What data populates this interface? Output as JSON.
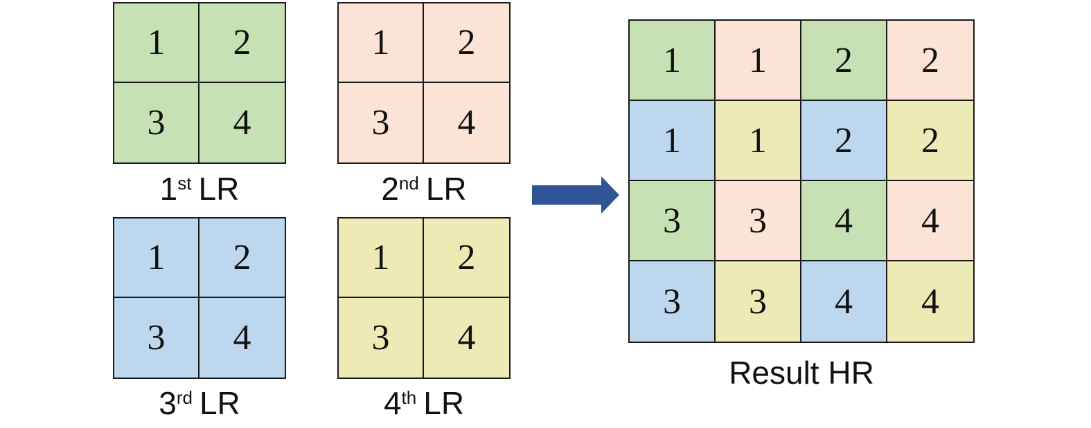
{
  "colors": {
    "green": "#c6e2b5",
    "peach": "#fbe3d6",
    "blue": "#bdd8ee",
    "yellow": "#eeeab5",
    "arrow": "#2f5597",
    "line": "#1a1a1a"
  },
  "lr_images": [
    {
      "color_key": "green",
      "cells": [
        "1",
        "2",
        "3",
        "4"
      ],
      "caption": {
        "number": "1",
        "suffix": "st",
        "label": "LR"
      }
    },
    {
      "color_key": "peach",
      "cells": [
        "1",
        "2",
        "3",
        "4"
      ],
      "caption": {
        "number": "2",
        "suffix": "nd",
        "label": "LR"
      }
    },
    {
      "color_key": "blue",
      "cells": [
        "1",
        "2",
        "3",
        "4"
      ],
      "caption": {
        "number": "3",
        "suffix": "rd",
        "label": "LR"
      }
    },
    {
      "color_key": "yellow",
      "cells": [
        "1",
        "2",
        "3",
        "4"
      ],
      "caption": {
        "number": "4",
        "suffix": "th",
        "label": "LR"
      }
    }
  ],
  "arrow": {
    "icon": "right-arrow-icon"
  },
  "hr_image": {
    "caption": "Result HR",
    "cells": [
      {
        "value": "1",
        "color_key": "green"
      },
      {
        "value": "1",
        "color_key": "peach"
      },
      {
        "value": "2",
        "color_key": "green"
      },
      {
        "value": "2",
        "color_key": "peach"
      },
      {
        "value": "1",
        "color_key": "blue"
      },
      {
        "value": "1",
        "color_key": "yellow"
      },
      {
        "value": "2",
        "color_key": "blue"
      },
      {
        "value": "2",
        "color_key": "yellow"
      },
      {
        "value": "3",
        "color_key": "green"
      },
      {
        "value": "3",
        "color_key": "peach"
      },
      {
        "value": "4",
        "color_key": "green"
      },
      {
        "value": "4",
        "color_key": "peach"
      },
      {
        "value": "3",
        "color_key": "blue"
      },
      {
        "value": "3",
        "color_key": "yellow"
      },
      {
        "value": "4",
        "color_key": "blue"
      },
      {
        "value": "4",
        "color_key": "yellow"
      }
    ]
  }
}
